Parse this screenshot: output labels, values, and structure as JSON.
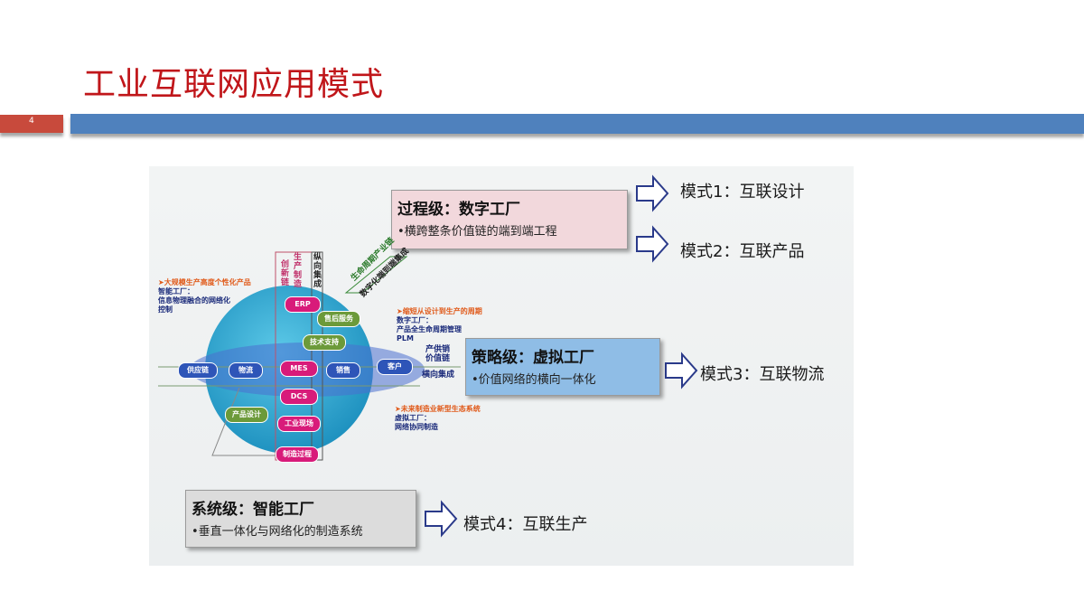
{
  "slide": {
    "title": "工业互联网应用模式",
    "page_number": "4"
  },
  "colors": {
    "title_red": "#c0161a",
    "bar_blue": "#4f81bd",
    "page_box": "#c84a3c",
    "sphere": "#2aa7cf",
    "pill_pink": "#d81b7a",
    "pill_green": "#6c9a3a",
    "pill_blue": "#2e55b8"
  },
  "levels": [
    {
      "title": "过程级：数字工厂",
      "desc": "•横跨整条价值链的端到端工程",
      "color": "#f2d8dc"
    },
    {
      "title": "策略级：虚拟工厂",
      "desc": "•价值网络的横向一体化",
      "color": "#8fbde6"
    },
    {
      "title": "系统级：智能工厂",
      "desc": "•垂直一体化与网络化的制造系统",
      "color": "#dcdcdc"
    }
  ],
  "modes": [
    "模式1：互联设计",
    "模式2：互联产品",
    "模式3：互联物流",
    "模式4：互联生产"
  ],
  "diagram": {
    "pink_nodes": [
      "ERP",
      "MES",
      "DCS",
      "工业现场",
      "制造过程"
    ],
    "green_nodes": [
      "售后服务",
      "技术支持",
      "产品设计"
    ],
    "blue_nodes": [
      "供应链",
      "物流",
      "销售",
      "客户"
    ],
    "vertical_labels": {
      "innovation": "创新链",
      "production": "生产制造",
      "vertical_integration": "纵向集成",
      "lifecycle": "生命周期产业链",
      "digital_integration": "数字化端到端集成"
    },
    "horizontal_labels": {
      "industry_value_chain": "产供销价值链",
      "horizontal_integration": "横向集成"
    },
    "notes": [
      {
        "headline": "➤大规模生产高度个性化产品",
        "lines": [
          "智能工厂：",
          "信息物理融合的网络化",
          "控制"
        ]
      },
      {
        "headline": "➤缩短从设计到生产的周期",
        "lines": [
          "数字工厂：",
          "产品全生命周期管理",
          "PLM"
        ]
      },
      {
        "headline": "➤未来制造业新型生态系统",
        "lines": [
          "虚拟工厂：",
          "网络协同制造"
        ]
      }
    ]
  }
}
